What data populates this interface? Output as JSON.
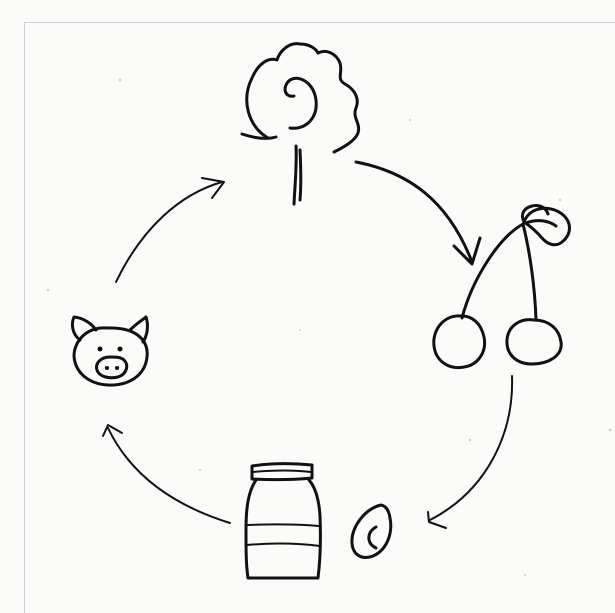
{
  "diagram": {
    "nodes": [
      {
        "id": "tree",
        "icon": "tree-icon"
      },
      {
        "id": "cherries",
        "icon": "cherries-icon"
      },
      {
        "id": "seed",
        "icon": "seed-icon"
      },
      {
        "id": "jar",
        "icon": "jar-icon"
      },
      {
        "id": "pig",
        "icon": "pig-icon"
      }
    ],
    "edges": [
      {
        "from": "tree",
        "to": "cherries"
      },
      {
        "from": "cherries",
        "to": "seed"
      },
      {
        "from": "jar",
        "to": "pig"
      },
      {
        "from": "pig",
        "to": "tree"
      }
    ],
    "colors": {
      "ink": "#111111",
      "paper": "#fbfbfa",
      "frame": "#cfcfcf"
    }
  }
}
